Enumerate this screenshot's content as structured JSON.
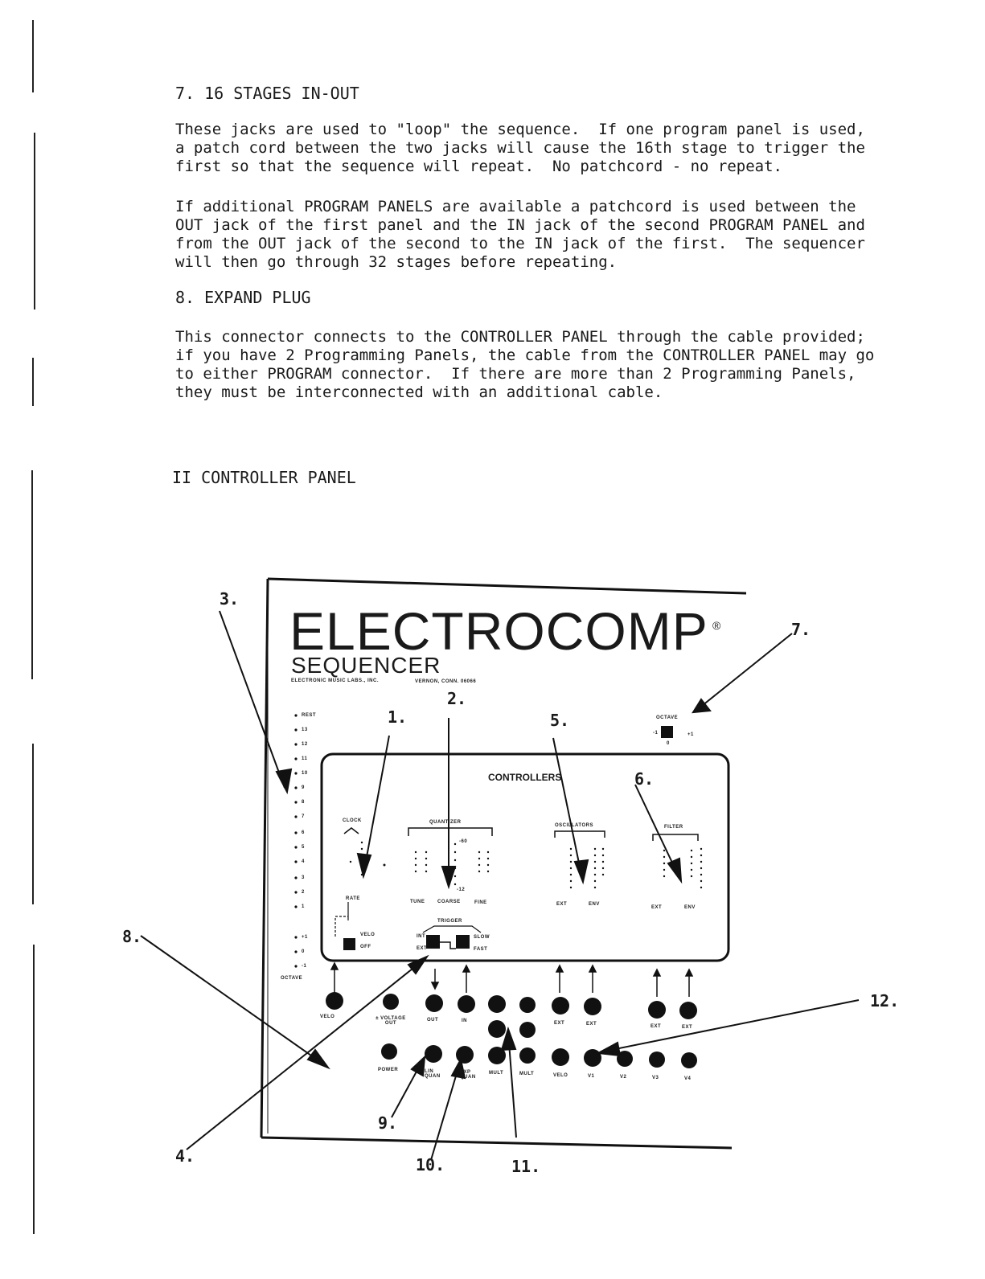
{
  "page": {
    "sections": [
      {
        "heading": "7.  16 STAGES IN-OUT",
        "paragraphs": [
          "These jacks are used to \"loop\" the sequence.  If one program panel is used,\na patch cord between the two jacks will cause the 16th stage to trigger the\nfirst so that the sequence will repeat.  No patchcord - no repeat.",
          "If additional PROGRAM PANELS are available a patchcord is used between the\nOUT jack of the first panel and the IN jack of the second PROGRAM PANEL and\nfrom the OUT jack of the second to the IN jack of the first.  The sequencer\nwill then go through 32 stages before repeating."
        ]
      },
      {
        "heading": "8.  EXPAND PLUG",
        "paragraphs": [
          "This connector connects to the CONTROLLER PANEL through the cable provided;\nif you have 2 Programming Panels, the cable from the CONTROLLER PANEL may go\nto either PROGRAM connector.  If there are more than 2 Programming Panels,\nthey must be interconnected with an additional cable."
        ]
      }
    ],
    "part_heading": "II  CONTROLLER PANEL"
  },
  "figure": {
    "brand": "ELECTROCOMP",
    "registered": "®",
    "product": "SEQUENCER",
    "maker": "ELECTRONIC MUSIC LABS., INC.",
    "location": "VERNON, CONN. 06066",
    "controllers_label": "CONTROLLERS",
    "clock_label": "CLOCK",
    "quantizer_label": "QUANTIZER",
    "oscillators_label": "OSCILLATORS",
    "filter_label": "FILTER",
    "octave_label": "OCTAVE",
    "octave_minus": "-1",
    "octave_zero": "0",
    "octave_plus": "+1",
    "rate_label": "RATE",
    "tune_label": "TUNE",
    "coarse_label": "COARSE",
    "fine_label": "FINE",
    "trigger_label": "TRIGGER",
    "int_label": "INT",
    "ext_label": "EXT",
    "slow_label": "SLOW",
    "fast_label": "FAST",
    "velo_label": "VELO",
    "off_label": "OFF",
    "ext_short": "EXT",
    "env_label": "ENV",
    "q_minus60": "-60",
    "q_minus12": "-12",
    "stage_labels": [
      "REST",
      "13",
      "12",
      "11",
      "10",
      "9",
      "8",
      "7",
      "6",
      "5",
      "4",
      "3",
      "2",
      "1"
    ],
    "left_octave": [
      "+1",
      "0",
      "-1"
    ],
    "left_octave_label": "OCTAVE",
    "jack_labels_row1": [
      "VELO",
      "± VOLTAGE OUT",
      "OUT",
      "IN",
      "EXT",
      "EXT",
      "EXT",
      "EXT"
    ],
    "jack_labels_row2": [
      "POWER",
      "LIN QUAN",
      "EXP QUAN",
      "MULT",
      "MULT",
      "VELO",
      "V1",
      "V2",
      "V3",
      "V4"
    ],
    "callouts": [
      "1.",
      "2.",
      "3.",
      "4.",
      "5.",
      "6.",
      "7.",
      "8.",
      "9.",
      "10.",
      "11.",
      "12."
    ]
  }
}
